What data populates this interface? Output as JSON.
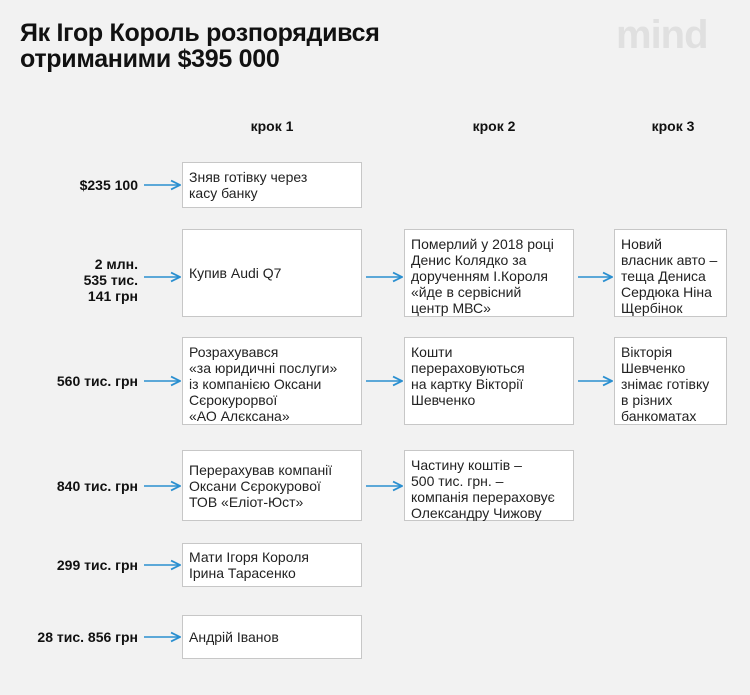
{
  "title": {
    "line1": "Як Ігор Король розпорядився",
    "line2": "отриманими $395 000"
  },
  "logo": "mind",
  "columns": [
    "крок 1",
    "крок 2",
    "крок 3"
  ],
  "colors": {
    "arrow": "#2a8fd0",
    "box_border": "#c7c7c7",
    "background": "#f2f2f2"
  },
  "rows": [
    {
      "amount": [
        "$235 100"
      ],
      "step1": [
        "Зняв готівку через",
        "касу банку"
      ]
    },
    {
      "amount": [
        "2 млн.",
        "535 тис.",
        "141 грн"
      ],
      "step1": [
        "Купив Audi Q7"
      ],
      "step2": [
        "Померлий у 2018 році",
        "Денис Колядко за",
        "дорученням І.Короля",
        "«йде в сервісний",
        "центр МВС»"
      ],
      "step3": [
        "Новий",
        "власник авто –",
        "теща Дениса",
        "Сердюка Ніна",
        "Щербінок"
      ]
    },
    {
      "amount": [
        "560 тис. грн"
      ],
      "step1": [
        "Розрахувався",
        "«за юридичні послуги»",
        "із компанією Оксани",
        "Сєрокурорвої",
        "«АО Алєксана»"
      ],
      "step2": [
        "Кошти",
        "перераховуються",
        "на картку Вікторії",
        "Шевченко"
      ],
      "step3": [
        "Вікторія",
        "Шевченко",
        "знімає готівку",
        "в різних",
        "банкоматах"
      ]
    },
    {
      "amount": [
        "840 тис. грн"
      ],
      "step1": [
        "Перерахував компанії",
        "Оксани Сєрокурової",
        "ТОВ «Еліот-Юст»"
      ],
      "step2": [
        "Частину коштів –",
        "500 тис. грн. –",
        "компанія перераховує",
        "Олександру Чижову"
      ]
    },
    {
      "amount": [
        "299 тис. грн"
      ],
      "step1": [
        "Мати Ігоря Короля",
        "Ірина Тарасенко"
      ]
    },
    {
      "amount": [
        "28 тис. 856 грн"
      ],
      "step1": [
        "Андрій Іванов"
      ]
    }
  ]
}
